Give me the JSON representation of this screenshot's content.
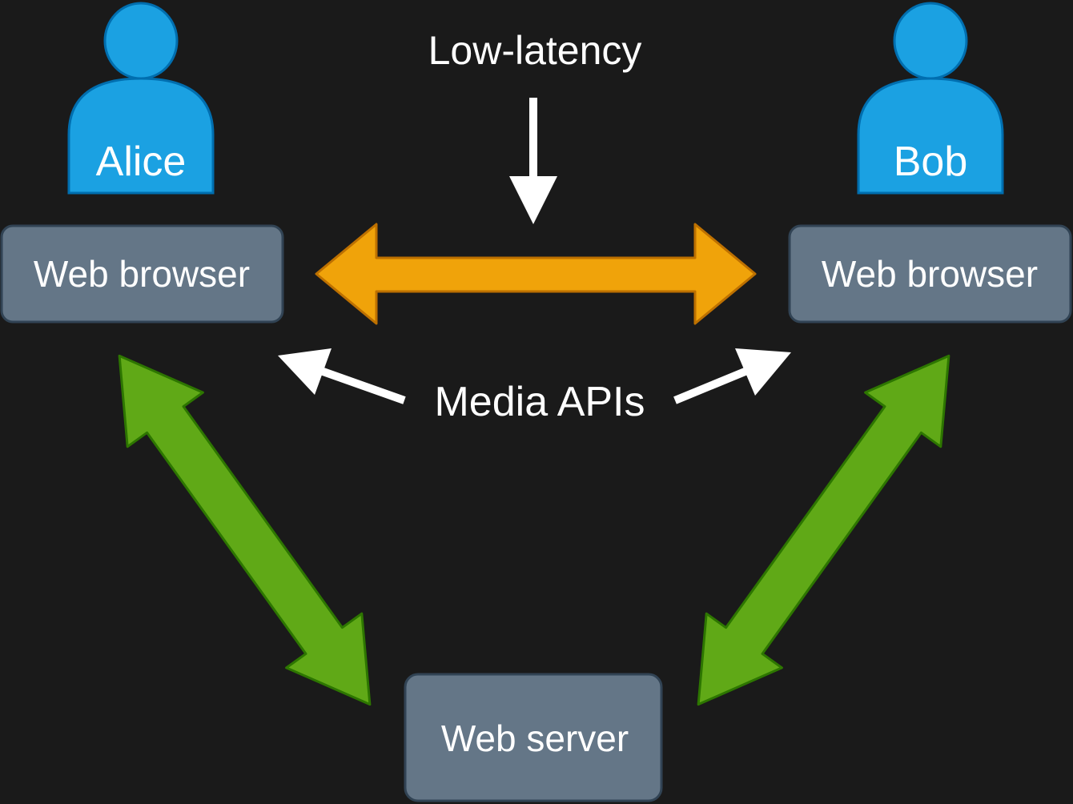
{
  "diagram": {
    "actors": {
      "alice": "Alice",
      "bob": "Bob"
    },
    "nodes": {
      "browser_left": "Web browser",
      "browser_right": "Web browser",
      "server": "Web server"
    },
    "labels": {
      "low_latency": "Low-latency",
      "media_apis": "Media APIs"
    }
  },
  "colors": {
    "background": "#1a1a1a",
    "person_fill": "#1ba1e2",
    "person_stroke": "#006eaf",
    "node_fill": "#647687",
    "node_stroke": "#314354",
    "peer_arrow_fill": "#f0a30a",
    "peer_arrow_stroke": "#bd7000",
    "server_arrow_fill": "#60a917",
    "server_arrow_stroke": "#2d7600",
    "pointer_arrow": "#ffffff",
    "text": "#ffffff"
  }
}
